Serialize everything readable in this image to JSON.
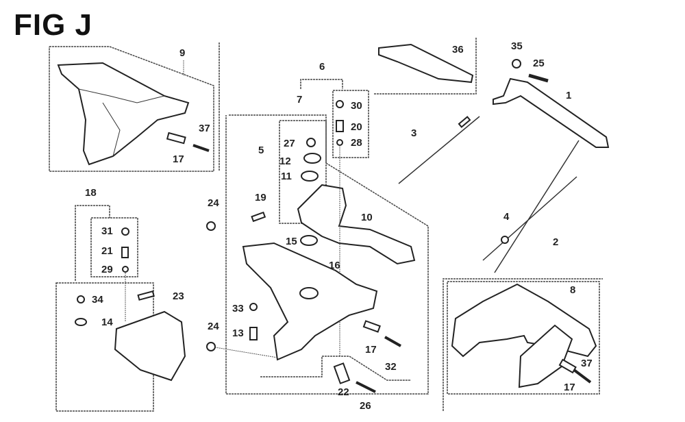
{
  "title": "FIG J",
  "callouts": {
    "c1": "1",
    "c2": "2",
    "c3": "3",
    "c4": "4",
    "c5": "5",
    "c6": "6",
    "c7": "7",
    "c8": "8",
    "c9": "9",
    "c10": "10",
    "c11": "11",
    "c12": "12",
    "c13": "13",
    "c14": "14",
    "c15": "15",
    "c16": "16",
    "c17a": "17",
    "c17b": "17",
    "c17c": "17",
    "c18": "18",
    "c19": "19",
    "c20": "20",
    "c21": "21",
    "c22": "22",
    "c23": "23",
    "c24a": "24",
    "c24b": "24",
    "c25": "25",
    "c26": "26",
    "c27": "27",
    "c28": "28",
    "c29": "29",
    "c30": "30",
    "c31": "31",
    "c32": "32",
    "c33": "33",
    "c34": "34",
    "c35": "35",
    "c36": "36",
    "c37a": "37",
    "c37b": "37"
  },
  "groups": [
    {
      "id": "9",
      "contains": [
        "17",
        "37"
      ]
    },
    {
      "id": "18",
      "contains": [
        "31",
        "21",
        "29",
        "34",
        "14",
        "23"
      ]
    },
    {
      "id": "6",
      "contains": [
        "7",
        "30",
        "20",
        "28"
      ]
    },
    {
      "id": "7",
      "contains": [
        "5",
        "19",
        "10",
        "15",
        "16",
        "33",
        "13",
        "17",
        "32",
        "22",
        "26"
      ]
    },
    {
      "id": "5",
      "contains": [
        "27",
        "12",
        "11"
      ]
    },
    {
      "id": "8",
      "contains": [
        "17",
        "37"
      ]
    }
  ]
}
